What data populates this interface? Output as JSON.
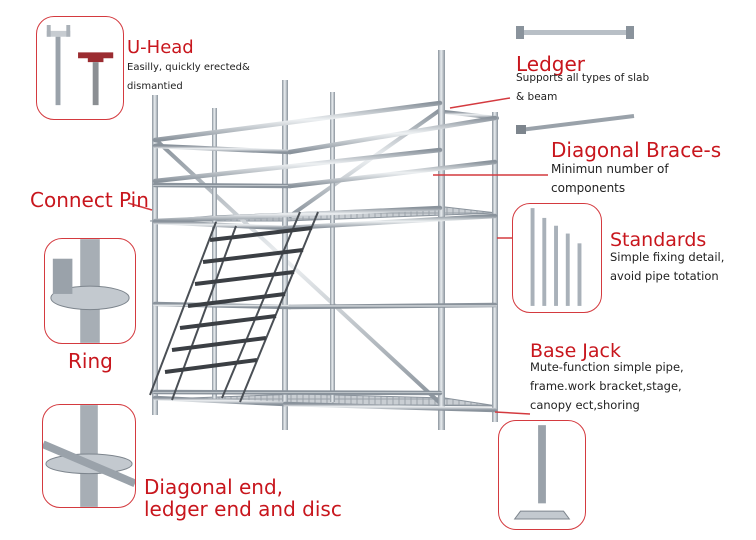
{
  "components": {
    "u_head": {
      "title": "U-Head",
      "desc": [
        "Easilly,  quickly erected&",
        "dismantied"
      ]
    },
    "ledger": {
      "title": "Ledger",
      "desc": [
        "Supports all types of slab",
        "& beam"
      ]
    },
    "diagonal_brace": {
      "title": "Diagonal Brace-s",
      "desc": [
        "Minimun number of",
        "components"
      ]
    },
    "connect_pin": {
      "title": "Connect Pin"
    },
    "standards": {
      "title": "Standards",
      "desc": [
        "Simple fixing detail,",
        "avoid pipe totation"
      ]
    },
    "ring": {
      "title": "Ring"
    },
    "base_jack": {
      "title": "Base Jack",
      "desc": [
        "Mute-function simple pipe,",
        "frame.work bracket,stage,",
        "canopy ect,shoring"
      ]
    },
    "diagonal_end": {
      "title": [
        "Diagonal end,",
        "ledger end and disc"
      ]
    }
  },
  "colors": {
    "title_red": "#c8161d",
    "leader_red": "#d43a3f",
    "text": "#222222",
    "steel": "#a9b1b9"
  }
}
